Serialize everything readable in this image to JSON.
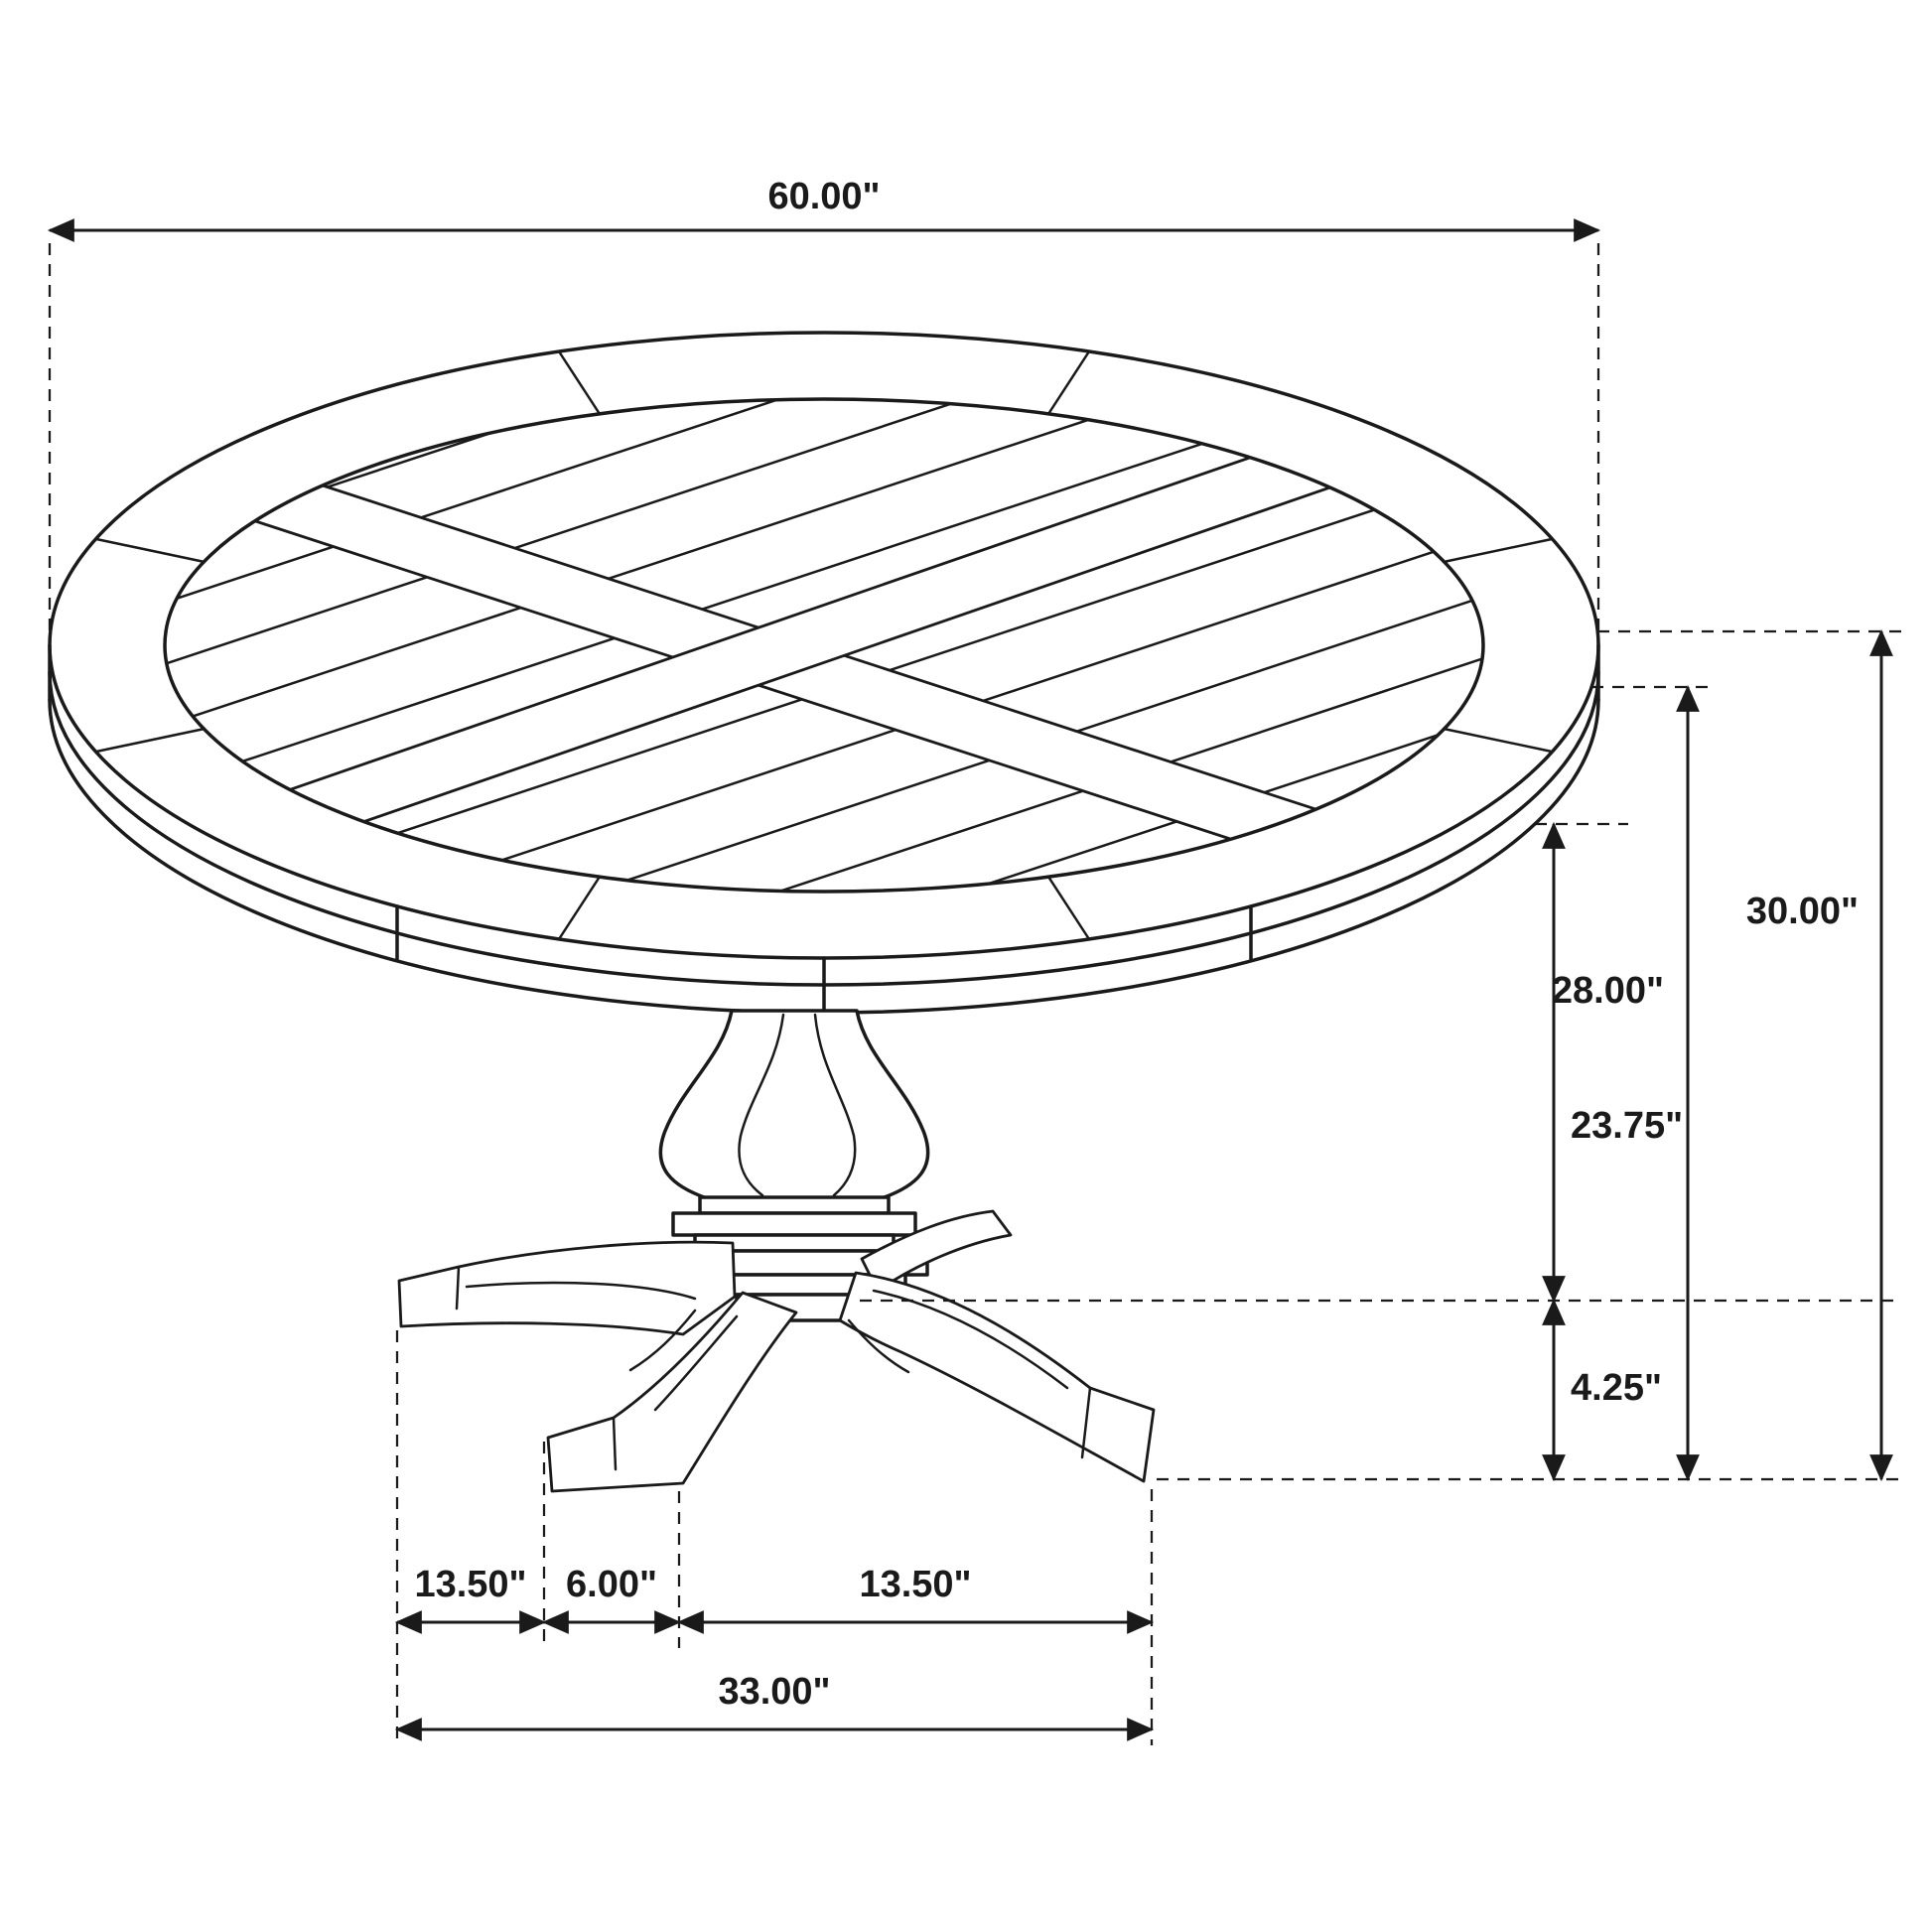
{
  "diagram": {
    "title": "Round pedestal dining table dimension drawing",
    "view": "isometric line drawing with parquet-pattern round top, turned pedestal and four-leg cross base",
    "units": "inches",
    "labels": {
      "top_width": "60.00\"",
      "overall_height": "30.00\"",
      "underside_height": "28.00\"",
      "clearance_height": "23.75\"",
      "base_height": "4.25\"",
      "base_left_span": "13.50\"",
      "base_center_span": "6.00\"",
      "base_right_span": "13.50\"",
      "base_total_width": "33.00\""
    },
    "colors": {
      "line": "#1a1a1a",
      "background": "#ffffff"
    }
  }
}
